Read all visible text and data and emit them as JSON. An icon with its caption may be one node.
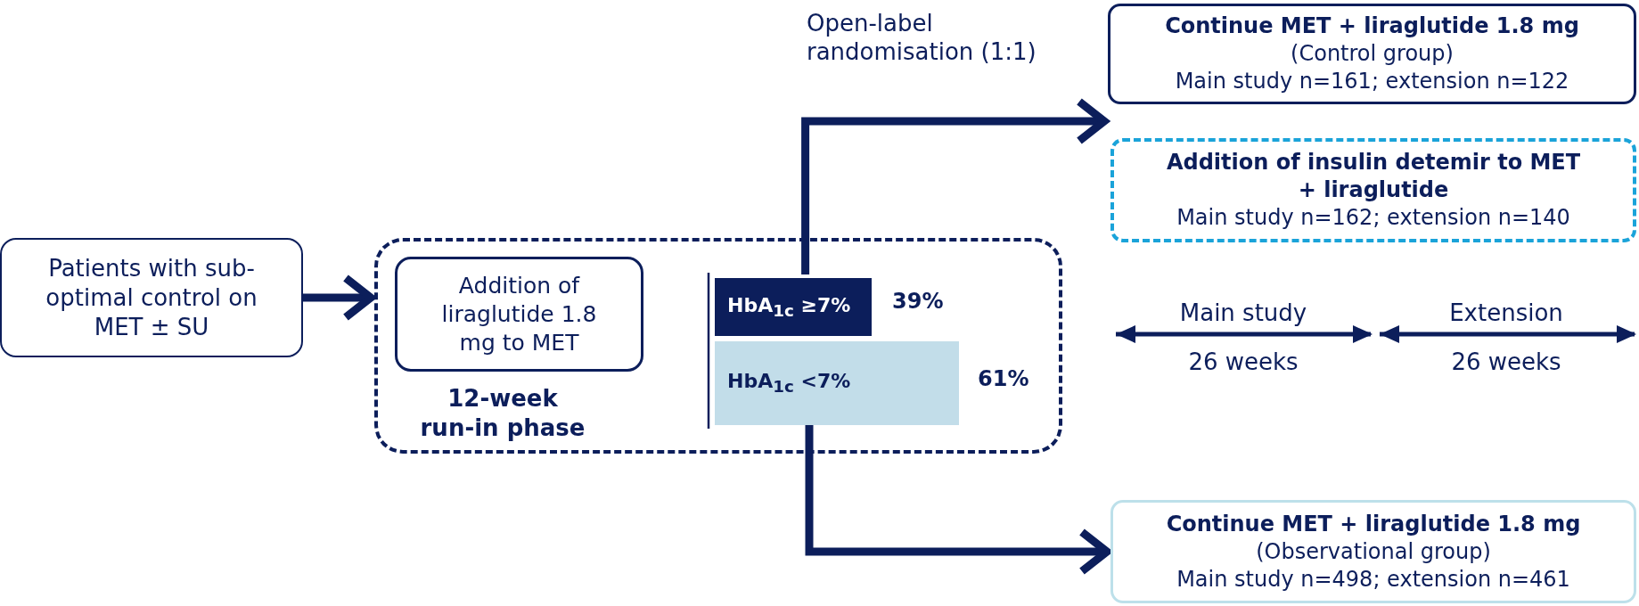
{
  "diagram": {
    "nodes": [
      {
        "text": [
          "Patients with sub-optimal control on MET ± SU"
        ]
      },
      {
        "text": [
          "12-week run-in phase"
        ]
      },
      {
        "text": [
          "Addition of liraglutide 1.8 mg to MET"
        ],
        "in": 1
      },
      {
        "text": [
          "HbA$_{1c}$ ≥7%"
        ],
        "in": 1,
        "beside": [
          "39%"
        ]
      },
      {
        "text": [
          "HbA$_{1c}$ <7%"
        ],
        "in": 1,
        "beside": [
          "61%"
        ]
      },
      {
        "text": [
          "Continue MET + liraglutide 1.8 mg",
          "(Control group)",
          "Main study n=161; extension n=122"
        ]
      },
      {
        "text": [
          "Addition of insulin detemir to MET + liraglutide",
          "Main study n=162; extension n=140"
        ]
      },
      {
        "text": [
          "Continue MET + liraglutide 1.8 mg",
          "(Observational group)",
          "Main study n=498; extension n=461"
        ]
      }
    ],
    "edges": [
      {
        "from": 0,
        "to": 1,
        "arrow": "to"
      },
      {
        "from": 3,
        "to": 5,
        "arrow": "to"
      },
      {
        "from": 3,
        "to": 6,
        "arrow": "to"
      },
      {
        "from": 4,
        "to": 7,
        "arrow": "to"
      }
    ],
    "labels": [
      "Open-label randomisation (1:1)",
      "Main study",
      "Extension",
      "26 weeks",
      "26 weeks"
    ]
  }
}
